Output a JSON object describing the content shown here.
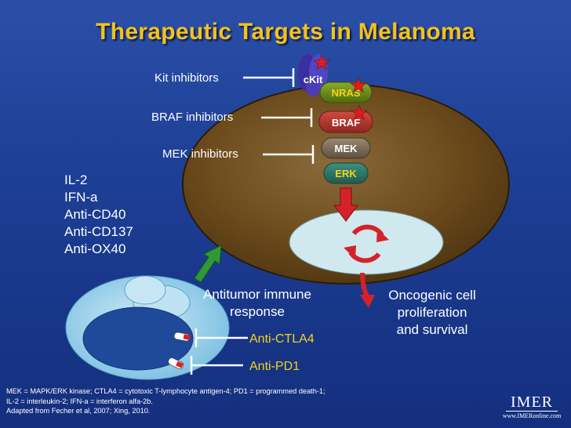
{
  "title": "Therapeutic Targets in Melanoma",
  "inhibitors": {
    "kit": "Kit inhibitors",
    "braf": "BRAF inhibitors",
    "mek": "MEK inhibitors"
  },
  "pathway": {
    "ckit": "cKit",
    "nras": "NRAS",
    "braf": "BRAF",
    "mek": "MEK",
    "erk": "ERK"
  },
  "immune_agents": [
    "IL-2",
    "IFN-a",
    "Anti-CD40",
    "Anti-CD137",
    "Anti-OX40"
  ],
  "antitumor": {
    "line1": "Antitumor immune",
    "line2": "response"
  },
  "oncogenic": {
    "line1": "Oncogenic cell",
    "line2": "proliferation",
    "line3": "and survival"
  },
  "checkpoints": {
    "ctla4": "Anti-CTLA4",
    "pd1": "Anti-PD1"
  },
  "footnote": [
    "MEK = MAPK/ERK kinase; CTLA4 = cytotoxic T-lymphocyte antigen-4; PD1 = programmed death-1;",
    "IL-2 = interleukin-2; IFN-a = interferon alfa-2b.",
    "Adapted from Fecher et al, 2007; Xing, 2010."
  ],
  "logo": {
    "name": "IMER",
    "url": "www.IMERonline.com"
  },
  "colors": {
    "background": "#1d3f95",
    "title": "#f3c21b",
    "cell": "#6b4a1c",
    "nucleus": "#cfe9ee",
    "nras": "#6a8a18",
    "braf": "#b3372f",
    "mek": "#7a6a52",
    "erk": "#2f7466",
    "ckit": "#4a3db7",
    "green_arrow": "#2f9a35",
    "red_arrow": "#d5222a"
  }
}
